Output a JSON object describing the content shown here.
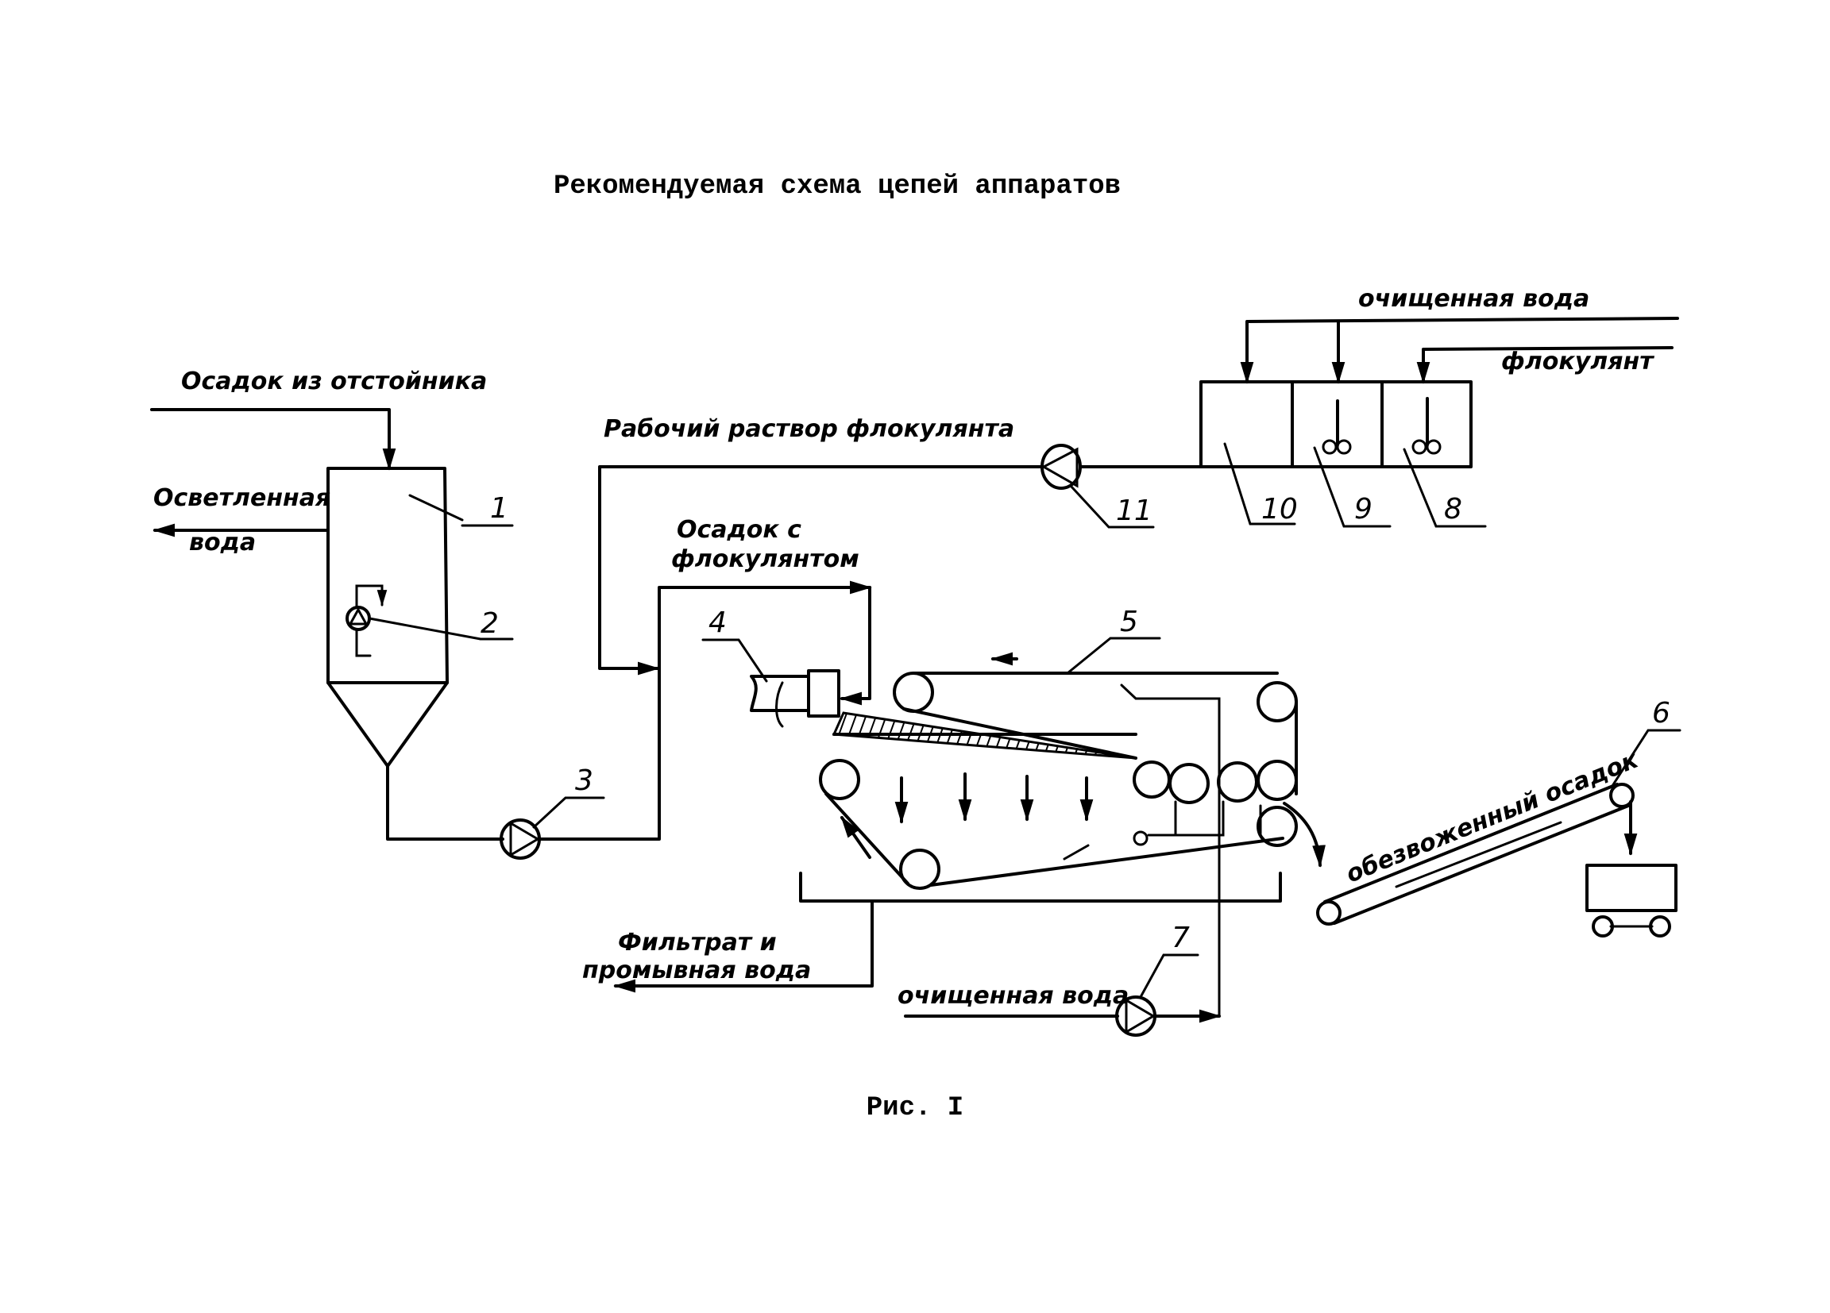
{
  "title": "Рекомендуемая схема цепей аппаратов",
  "caption": "Рис. I",
  "flow_labels": {
    "sludge_from_settler": "Осадок из отстойника",
    "clarified_water_1": "Осветленная",
    "clarified_water_2": "вода",
    "working_solution": "Рабочий раствор флокулянта",
    "sludge_with_flocculant_1": "Осадок с",
    "sludge_with_flocculant_2": "флокулянтом",
    "purified_water_top": "очищенная вода",
    "flocculant": "флокулянт",
    "filtrate_1": "Фильтрат и",
    "filtrate_2": "промывная вода",
    "purified_water_bottom": "очищенная вода",
    "dewatered_sludge": "обезвоженный осадок"
  },
  "equipment_numbers": {
    "settler": "1",
    "submersible_pump": "2",
    "sludge_pump": "3",
    "mixer": "4",
    "belt_filter_press": "5",
    "conveyor": "6",
    "wash_pump": "7",
    "tank_8": "8",
    "tank_9": "9",
    "tank_10": "10",
    "dosing_pump": "11"
  }
}
